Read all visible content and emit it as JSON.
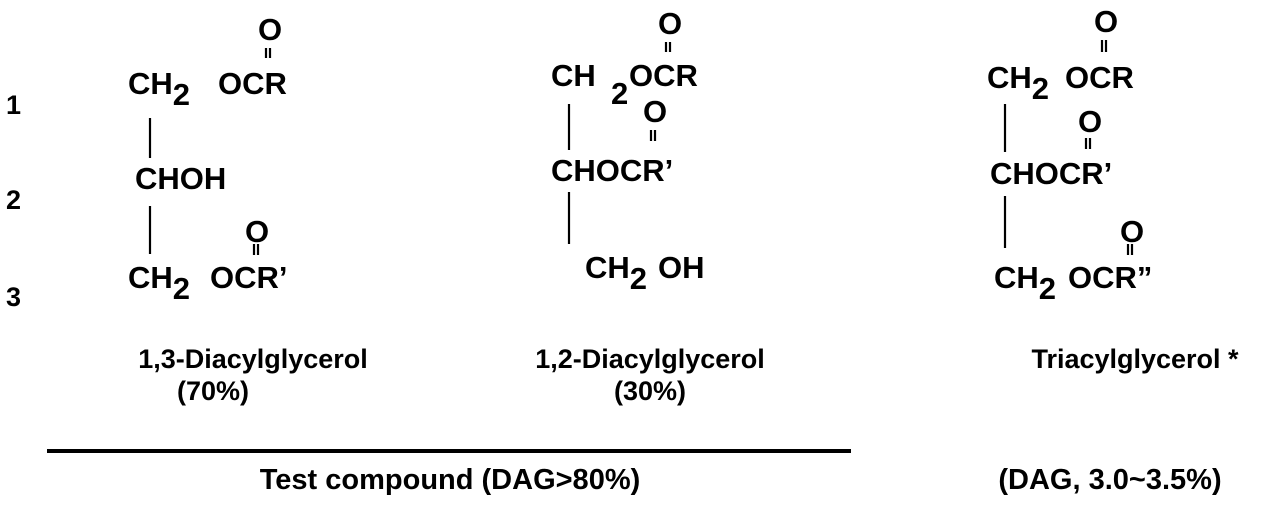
{
  "row_numbers": [
    "1",
    "2",
    "3"
  ],
  "atoms": {
    "oxygen": "O",
    "ch2": "CH",
    "two": "2",
    "ocr": "OCR",
    "ocr_prime": "OCR’",
    "ocr_dprime": "OCR”",
    "chohr": "CHOCR’",
    "chohr_tri": "CHOCR’",
    "chcoh": "CHOH",
    "oh": "OH"
  },
  "compounds": [
    {
      "name": "1,3-Diacylglycerol",
      "share": "(70%)"
    },
    {
      "name": "1,2-Diacylglycerol",
      "share": "(30%)"
    },
    {
      "name": "Triacylglycerol *",
      "share": ""
    }
  ],
  "footer": {
    "test_compound": "Test compound (DAG>80%)",
    "reference_note": "(DAG, 3.0~3.5%)"
  }
}
